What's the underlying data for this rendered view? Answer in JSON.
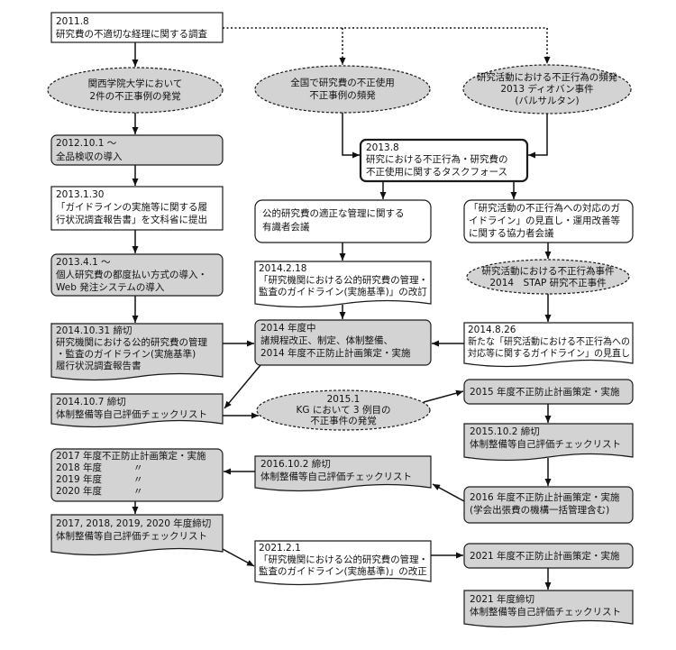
{
  "nodes": {
    "survey_2011_8": {
      "lines": [
        "2011.8",
        "研究費の不適切な経理に関する調査"
      ]
    },
    "kwansei_cases": {
      "lines": [
        "関西学院大学において",
        "2件の不正事例の発覚"
      ]
    },
    "national_misuse": {
      "lines": [
        "全国で研究費の不正使用",
        "不正事例の頻発"
      ]
    },
    "research_misconduct": {
      "lines": [
        "研究活動における不正行為の頻発",
        "2013 ディオバン事件",
        "(バルサルタン)"
      ]
    },
    "inspection_2012": {
      "lines": [
        "2012.10.1 ～",
        "全品検収の導入"
      ]
    },
    "report_2013": {
      "lines": [
        "2013.1.30",
        "「ガイドラインの実施等に関する履",
        "行状況調査報告書」を文科省に提出"
      ]
    },
    "payment_2013": {
      "lines": [
        "2013.4.1 ～",
        "個人研究費の都度払い方式の導入・",
        "Web 発注システムの導入"
      ]
    },
    "report_2014": {
      "lines": [
        "2014.10.31 締切",
        "研究機関における公的研究費の管理",
        "・監査のガイドライン(実施基準)",
        "履行状況調査報告書"
      ]
    },
    "checklist_2014": {
      "lines": [
        "2014.10.7 締切",
        "体制整備等自己評価チェックリスト"
      ]
    },
    "plan_2017_2020": {
      "title": "2017 年度不正防止計画策定・実施",
      "rows": [
        {
          "year": "2018 年度",
          "mark": "〃"
        },
        {
          "year": "2019 年度",
          "mark": "〃"
        },
        {
          "year": "2020 年度",
          "mark": "〃"
        }
      ]
    },
    "checklist_2017_2020": {
      "lines": [
        "2017, 2018, 2019, 2020 年度締切",
        "体制整備等自己評価チェックリスト"
      ]
    },
    "task_force_2013": {
      "lines": [
        "2013.8",
        "研究における不正行為・研究費の",
        "不正使用に関するタスクフォース"
      ]
    },
    "expert_panel": {
      "lines": [
        "公的研究費の適正な管理に関する",
        "有識者会議"
      ]
    },
    "guideline_revision_2014": {
      "lines": [
        "2014.2.18",
        "「研究機関における公的研究費の管理・",
        "監査のガイドライン(実施基準)」の改訂"
      ]
    },
    "fy2014_measures": {
      "lines": [
        "2014 年度中",
        "諸規程改正、制定、体制整備、",
        "2014 年度不正防止計画策定・実施"
      ]
    },
    "kg_third_case": {
      "lines": [
        "2015.1",
        "KG において 3 例目の",
        "不正事件の発覚"
      ]
    },
    "checklist_2016": {
      "lines": [
        "2016.10.2 締切",
        "体制整備等自己評価チェックリスト"
      ]
    },
    "guideline_amendment_2021": {
      "lines": [
        "2021.2.1",
        "「研究機関における公的研究費の管理・",
        "監査のガイドライン(実施基準)」の改正"
      ]
    },
    "collaborator_meeting": {
      "lines": [
        "「研究活動の不正行為への対応のガ",
        "イドライン」の見直し・運用改善等",
        "に関する協力者会議"
      ]
    },
    "stap_case": {
      "lines": [
        "研究活動における不正行為事件",
        "2014　STAP 研究不正事件"
      ]
    },
    "guideline_review_2014": {
      "lines": [
        "2014.8.26",
        "新たな「研究活動における不正行為への",
        "対応等に関するガイドライン」の見直し"
      ]
    },
    "plan_2015": {
      "lines": [
        "2015 年度不正防止計画策定・実施"
      ]
    },
    "checklist_2015": {
      "lines": [
        "2015.10.2 締切",
        "体制整備等自己評価チェックリスト"
      ]
    },
    "plan_2016": {
      "lines": [
        "2016 年度不正防止計画策定・実施",
        "(学会出張費の機構一括管理含む)"
      ]
    },
    "plan_2021": {
      "lines": [
        "2021 年度不正防止計画策定・実施"
      ]
    },
    "checklist_2021": {
      "lines": [
        "2021 年度締切",
        "体制整備等自己評価チェックリスト"
      ]
    }
  },
  "colors": {
    "shaded_fill": "#d3d3d3",
    "plain_fill": "#ffffff",
    "stroke": "#1a1a1a"
  }
}
